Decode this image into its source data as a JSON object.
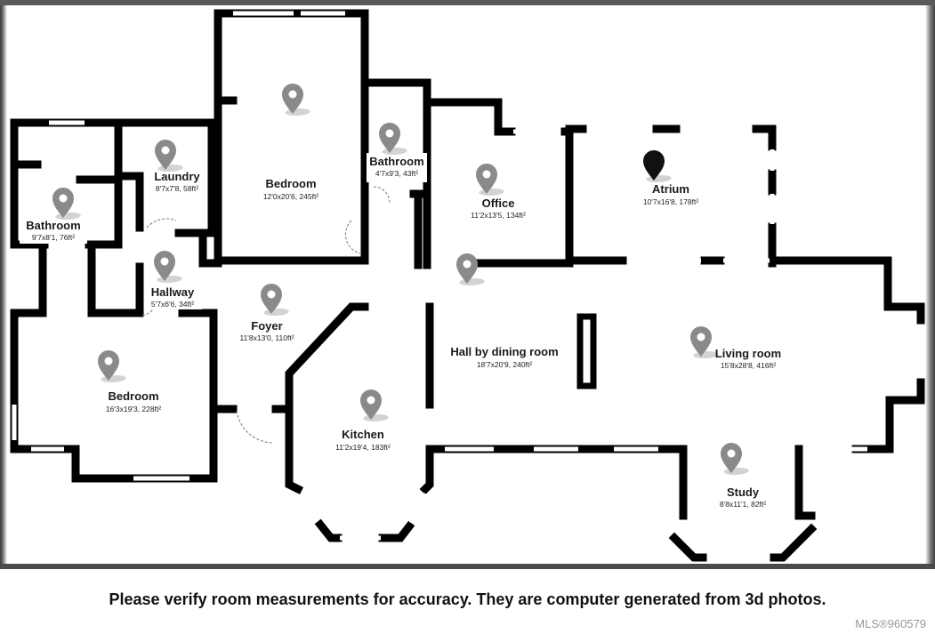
{
  "rooms": [
    {
      "id": "bedroom-top",
      "name": "Bedroom",
      "dims": "12'0x20'6, 245ft²"
    },
    {
      "id": "laundry",
      "name": "Laundry",
      "dims": "8'7x7'8, 58ft²"
    },
    {
      "id": "bathroom-left",
      "name": "Bathroom",
      "dims": "9'7x8'1, 76ft²"
    },
    {
      "id": "bathroom-mid",
      "name": "Bathroom",
      "dims": "4'7x9'3, 43ft²"
    },
    {
      "id": "office",
      "name": "Office",
      "dims": "11'2x13'5, 134ft²"
    },
    {
      "id": "atrium",
      "name": "Atrium",
      "dims": "10'7x16'8, 178ft²"
    },
    {
      "id": "hallway",
      "name": "Hallway",
      "dims": "5'7x6'6, 34ft²"
    },
    {
      "id": "foyer",
      "name": "Foyer",
      "dims": "11'8x13'0, 110ft²"
    },
    {
      "id": "bedroom-bottom",
      "name": "Bedroom",
      "dims": "16'3x19'3, 228ft²"
    },
    {
      "id": "kitchen",
      "name": "Kitchen",
      "dims": "11'2x19'4, 183ft²"
    },
    {
      "id": "hall-dining",
      "name": "Hall by dining room",
      "dims": "18'7x20'9, 240ft²"
    },
    {
      "id": "living-room",
      "name": "Living room",
      "dims": "15'8x28'8, 416ft²"
    },
    {
      "id": "study",
      "name": "Study",
      "dims": "8'8x11'1, 82ft²"
    }
  ],
  "pin_colors": {
    "default": "#8a8a8a",
    "selected": "#111111"
  },
  "disclaimer": "Please verify room measurements for accuracy. They are computer generated from 3d photos.",
  "mls": "MLS®960579"
}
